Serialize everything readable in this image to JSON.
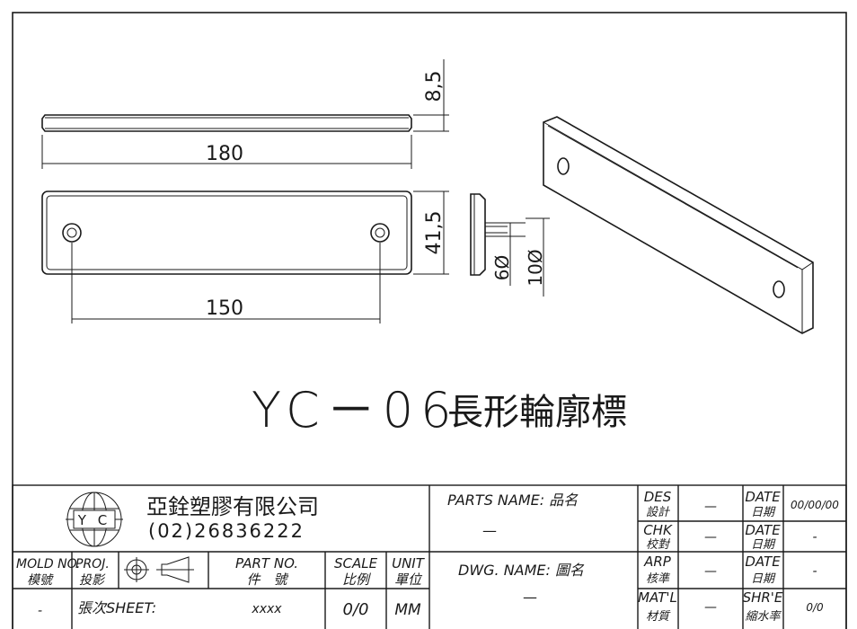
{
  "drawing": {
    "title_code": "YC－06",
    "title_name": "長形輪廓標",
    "dims": {
      "thickness": "8,5",
      "length": "180",
      "height": "41,5",
      "hole_spacing": "150",
      "inner_dia": "6Ø",
      "outer_dia": "10Ø"
    }
  },
  "title_block": {
    "logo_text": "Y C",
    "company_name": "亞銓塑膠有限公司",
    "company_phone": "(02)26836222",
    "mold_no_label_en": "MOLD NO.",
    "mold_no_label_zh": "模號",
    "mold_no_value": "-",
    "proj_label_en": "PROJ.",
    "proj_label_zh": "投影",
    "part_no_label_en": "PART NO.",
    "part_no_label_zh": "件　號",
    "part_no_value": "xxxx",
    "scale_label_en": "SCALE",
    "scale_label_zh": "比例",
    "scale_value": "0/0",
    "unit_label_en": "UNIT",
    "unit_label_zh": "單位",
    "unit_value": "MM",
    "sheet_label": "張次SHEET:",
    "parts_name_label": "PARTS NAME:  品名",
    "parts_name_value": "—",
    "dwg_name_label": "DWG. NAME:  圖名",
    "dwg_name_value": "—",
    "des_label_en": "DES",
    "des_label_zh": "設計",
    "des_value": "—",
    "chk_label_en": "CHK",
    "chk_label_zh": "校對",
    "chk_value": "—",
    "arp_label_en": "ARP",
    "arp_label_zh": "核準",
    "arp_value": "—",
    "matl_label_en": "MAT'L",
    "matl_label_zh": "材質",
    "matl_value": "—",
    "date_label_en": "DATE",
    "date_label_zh": "日期",
    "date1_value": "00/00/00",
    "date2_value": "-",
    "date3_value": "-",
    "shr_label_en": "SHR'E",
    "shr_label_zh": "縮水率",
    "shr_value": "0/0"
  }
}
